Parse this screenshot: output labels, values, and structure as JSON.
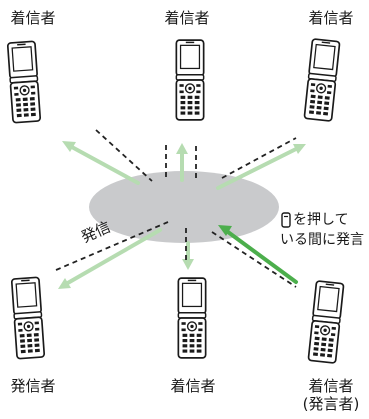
{
  "labels": {
    "receiver_top_left": "着信者",
    "receiver_top_center": "着信者",
    "receiver_top_right": "着信者",
    "sender_bottom_left": "発信者",
    "receiver_bottom_center": "着信者",
    "receiver_bottom_right": "着信者",
    "speaker_note_bottom_right": "(発言者)",
    "call_label": "発信"
  },
  "instruction": {
    "line1_after_icon": "を押して",
    "line2": "いる間に発言"
  },
  "colors": {
    "ellipse": "#c9cacc",
    "arrow_light": "#b6dcb1",
    "arrow_active": "#4cae4c",
    "dashed_line": "#222222",
    "phone_body": "#ffffff",
    "phone_outline": "#1a1a1a"
  },
  "icons": {
    "phone": "flip-phone-icon",
    "key": "push-to-talk-key-icon"
  }
}
